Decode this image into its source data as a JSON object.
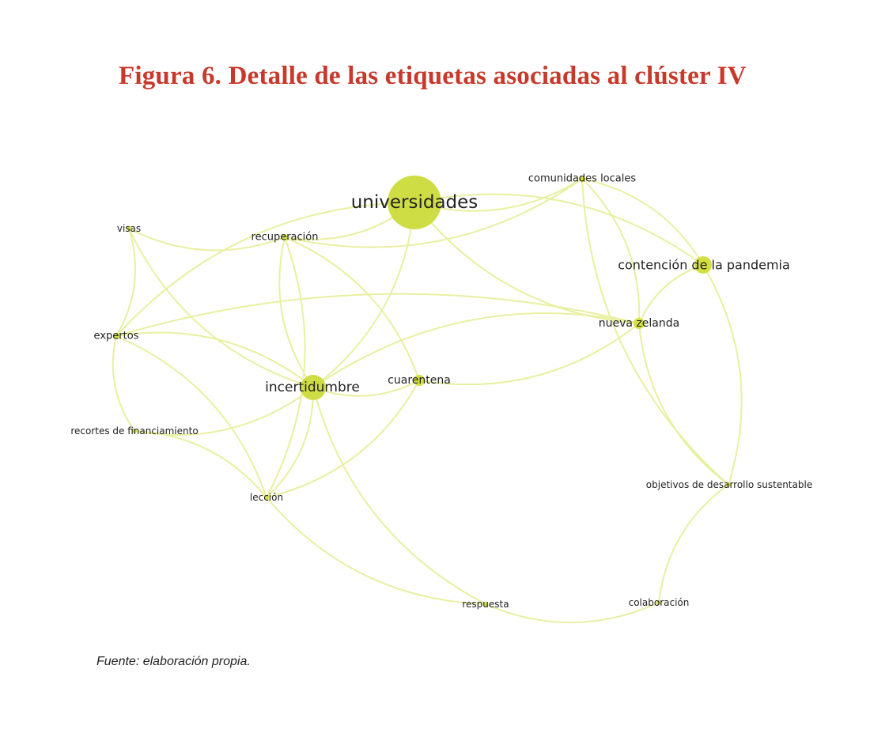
{
  "title": "Figura 6. Detalle de las etiquetas asociadas al clúster IV",
  "source": "Fuente: elaboración propia.",
  "colors": {
    "title": "#c8392b",
    "edge": "#e8f0a0",
    "node": "#d4e040",
    "node_big": "#cfdd45",
    "label": "#222222"
  },
  "network": {
    "nodes": [
      {
        "id": "universidades",
        "label": "universidades",
        "weight": 10
      },
      {
        "id": "comunidades-locales",
        "label": "comunidades locales",
        "weight": 1
      },
      {
        "id": "visas",
        "label": "visas",
        "weight": 1
      },
      {
        "id": "recuperacion",
        "label": "recuperación",
        "weight": 1
      },
      {
        "id": "contencion",
        "label": "contención de la pandemia",
        "weight": 3
      },
      {
        "id": "nueva-zelanda",
        "label": "nueva zelanda",
        "weight": 2
      },
      {
        "id": "expertos",
        "label": "expertos",
        "weight": 1
      },
      {
        "id": "incertidumbre",
        "label": "incertidumbre",
        "weight": 5
      },
      {
        "id": "cuarentena",
        "label": "cuarentena",
        "weight": 2
      },
      {
        "id": "recortes",
        "label": "recortes de financiamiento",
        "weight": 1
      },
      {
        "id": "objetivos",
        "label": "objetivos de desarrollo sustentable",
        "weight": 1
      },
      {
        "id": "leccion",
        "label": "lección",
        "weight": 1
      },
      {
        "id": "respuesta",
        "label": "respuesta",
        "weight": 1
      },
      {
        "id": "colaboracion",
        "label": "colaboración",
        "weight": 1
      }
    ],
    "edges": [
      [
        "universidades",
        "comunidades-locales"
      ],
      [
        "universidades",
        "contencion"
      ],
      [
        "universidades",
        "nueva-zelanda"
      ],
      [
        "universidades",
        "incertidumbre"
      ],
      [
        "universidades",
        "expertos"
      ],
      [
        "universidades",
        "recuperacion"
      ],
      [
        "recuperacion",
        "comunidades-locales"
      ],
      [
        "recuperacion",
        "cuarentena"
      ],
      [
        "recuperacion",
        "incertidumbre"
      ],
      [
        "recuperacion",
        "leccion"
      ],
      [
        "visas",
        "incertidumbre"
      ],
      [
        "visas",
        "expertos"
      ],
      [
        "visas",
        "recuperacion"
      ],
      [
        "expertos",
        "incertidumbre"
      ],
      [
        "expertos",
        "recortes"
      ],
      [
        "expertos",
        "leccion"
      ],
      [
        "recortes",
        "incertidumbre"
      ],
      [
        "recortes",
        "leccion"
      ],
      [
        "incertidumbre",
        "cuarentena"
      ],
      [
        "incertidumbre",
        "leccion"
      ],
      [
        "incertidumbre",
        "respuesta"
      ],
      [
        "incertidumbre",
        "nueva-zelanda"
      ],
      [
        "cuarentena",
        "nueva-zelanda"
      ],
      [
        "cuarentena",
        "leccion"
      ],
      [
        "nueva-zelanda",
        "comunidades-locales"
      ],
      [
        "nueva-zelanda",
        "contencion"
      ],
      [
        "nueva-zelanda",
        "objetivos"
      ],
      [
        "comunidades-locales",
        "contencion"
      ],
      [
        "comunidades-locales",
        "objetivos"
      ],
      [
        "contencion",
        "objetivos"
      ],
      [
        "objetivos",
        "colaboracion"
      ],
      [
        "colaboracion",
        "respuesta"
      ],
      [
        "leccion",
        "respuesta"
      ],
      [
        "expertos",
        "nueva-zelanda"
      ]
    ]
  }
}
